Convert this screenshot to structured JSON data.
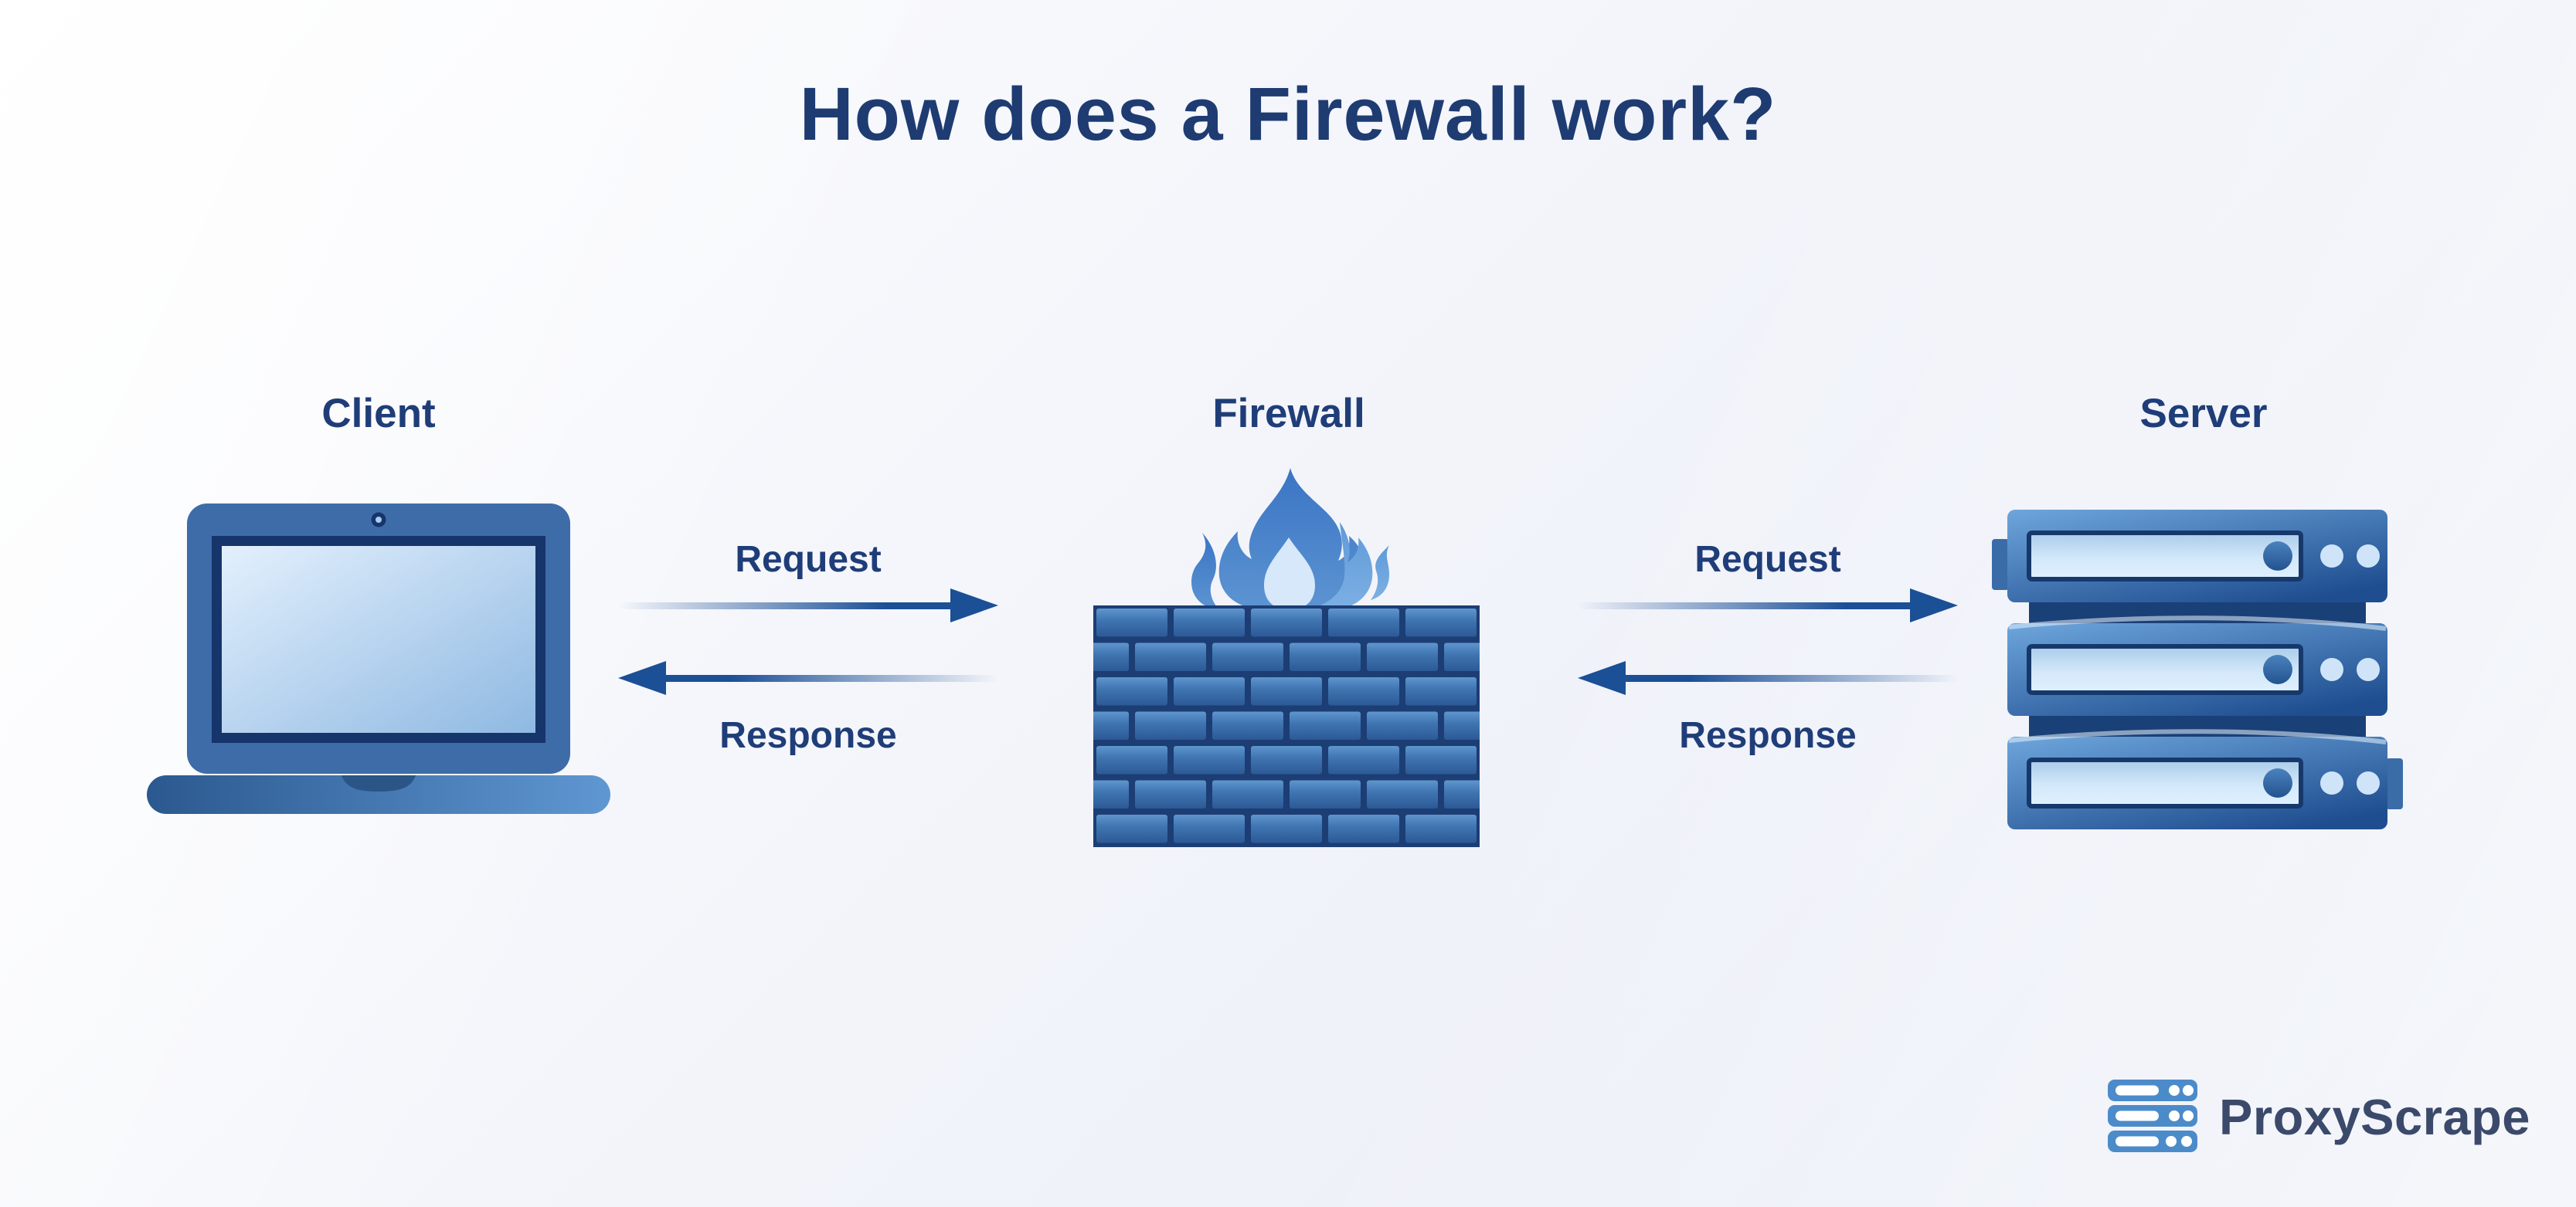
{
  "title": "How does a Firewall work?",
  "nodes": {
    "client": {
      "label": "Client",
      "icon": "laptop-icon"
    },
    "firewall": {
      "label": "Firewall",
      "icon": "brick-wall-with-flame-icon"
    },
    "server": {
      "label": "Server",
      "icon": "server-stack-icon"
    }
  },
  "flows": {
    "client_firewall": {
      "request_label": "Request",
      "response_label": "Response"
    },
    "firewall_server": {
      "request_label": "Request",
      "response_label": "Response"
    }
  },
  "footer": {
    "brand": "ProxyScrape",
    "icon": "proxyscrape-server-logo-icon"
  },
  "colors": {
    "heading_text": "#1e3c72",
    "label_text": "#1f3d78",
    "arrow_blue": "#1b4f96",
    "brick_mortar": "#1c3e74",
    "brick_fill_top": "#6096ce",
    "brick_fill_bottom": "#2c5996",
    "flame_blue": "#3a74c4",
    "flame_light_blue": "#7db0e4",
    "flame_inner": "#d6e8f9",
    "device_frame_blue": "#3e6ca8",
    "device_bezel_navy": "#16356b",
    "screen_light": "#e3f0fd",
    "server_gradient_top": "#6ea6dc",
    "server_gradient_bottom": "#1f4e90",
    "logo_blue": "#4c8bca",
    "logo_text": "#3b4a6b",
    "background_start": "#ffffff",
    "background_end": "#e8ecf6"
  }
}
